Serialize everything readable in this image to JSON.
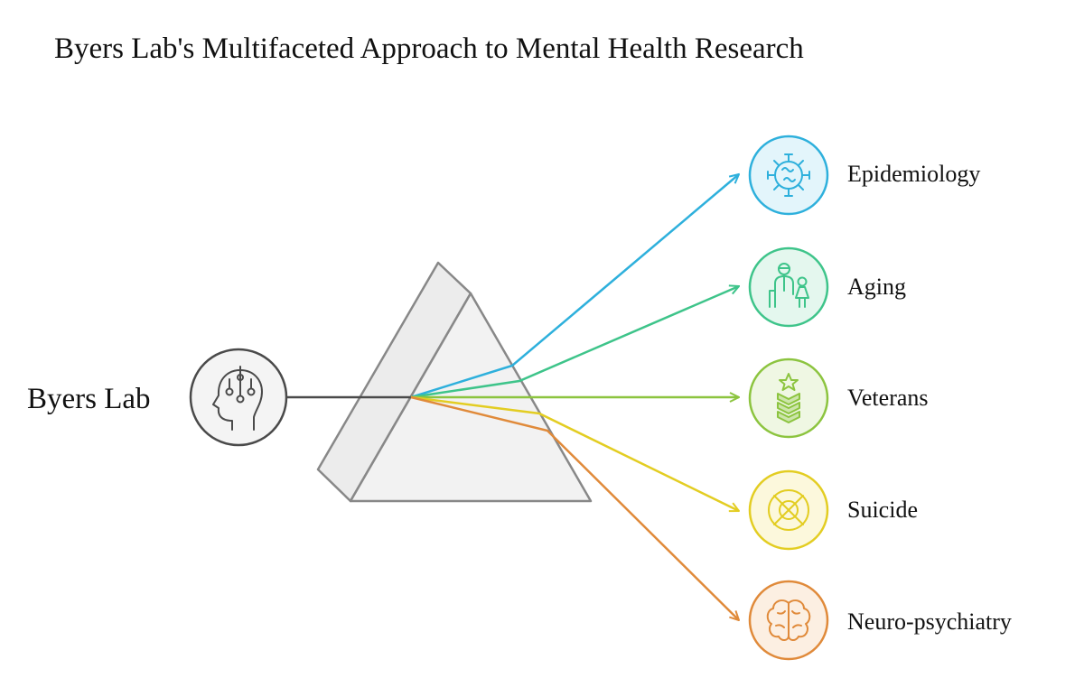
{
  "title": "Byers Lab's Multifaceted Approach to Mental Health Research",
  "source": {
    "label": "Byers Lab",
    "icon": "head-circuit-icon",
    "color": "#4a4a4a"
  },
  "branches": [
    {
      "label": "Epidemiology",
      "icon": "virus-icon",
      "color": "#2eb0dc",
      "fill": "#e3f5fb"
    },
    {
      "label": "Aging",
      "icon": "elderly-child-icon",
      "color": "#3ec48a",
      "fill": "#e4f7ee"
    },
    {
      "label": "Veterans",
      "icon": "military-rank-icon",
      "color": "#8cc43f",
      "fill": "#eff7e3"
    },
    {
      "label": "Suicide",
      "icon": "target-prohibited-icon",
      "color": "#e3cd22",
      "fill": "#fcf8dc"
    },
    {
      "label": "Neuro-psychiatry",
      "icon": "brain-icon",
      "color": "#e08a3a",
      "fill": "#fcefe2"
    }
  ]
}
